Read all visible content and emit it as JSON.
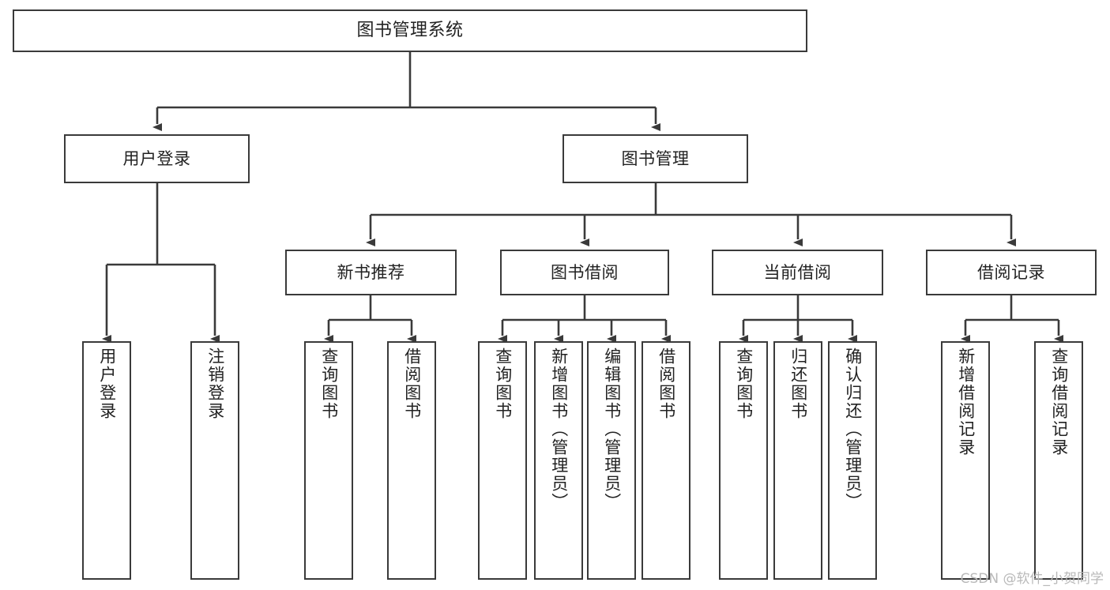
{
  "diagram": {
    "type": "tree",
    "title": "图书管理系统",
    "root": {
      "label": "图书管理系统"
    },
    "level2": [
      {
        "label": "用户登录"
      },
      {
        "label": "图书管理"
      }
    ],
    "level3": [
      {
        "label": "新书推荐"
      },
      {
        "label": "图书借阅"
      },
      {
        "label": "当前借阅"
      },
      {
        "label": "借阅记录"
      }
    ],
    "leaves": {
      "user_login": [
        {
          "label": "用户登录"
        },
        {
          "label": "注销登录"
        }
      ],
      "new_book_recommend": [
        {
          "label": "查询图书"
        },
        {
          "label": "借阅图书"
        }
      ],
      "book_borrow": [
        {
          "label": "查询图书"
        },
        {
          "label": "新增图书（管理员）"
        },
        {
          "label": "编辑图书（管理员）"
        },
        {
          "label": "借阅图书"
        }
      ],
      "current_borrow": [
        {
          "label": "查询图书"
        },
        {
          "label": "归还图书"
        },
        {
          "label": "确认归还（管理员）"
        }
      ],
      "borrow_record": [
        {
          "label": "新增借阅记录"
        },
        {
          "label": "查询借阅记录"
        }
      ]
    }
  },
  "watermark": {
    "text": "CSDN @软件_小贺同学"
  },
  "colors": {
    "stroke": "#3a3a3a",
    "text": "#222222",
    "background": "#ffffff",
    "watermark": "#b9b9b9"
  }
}
